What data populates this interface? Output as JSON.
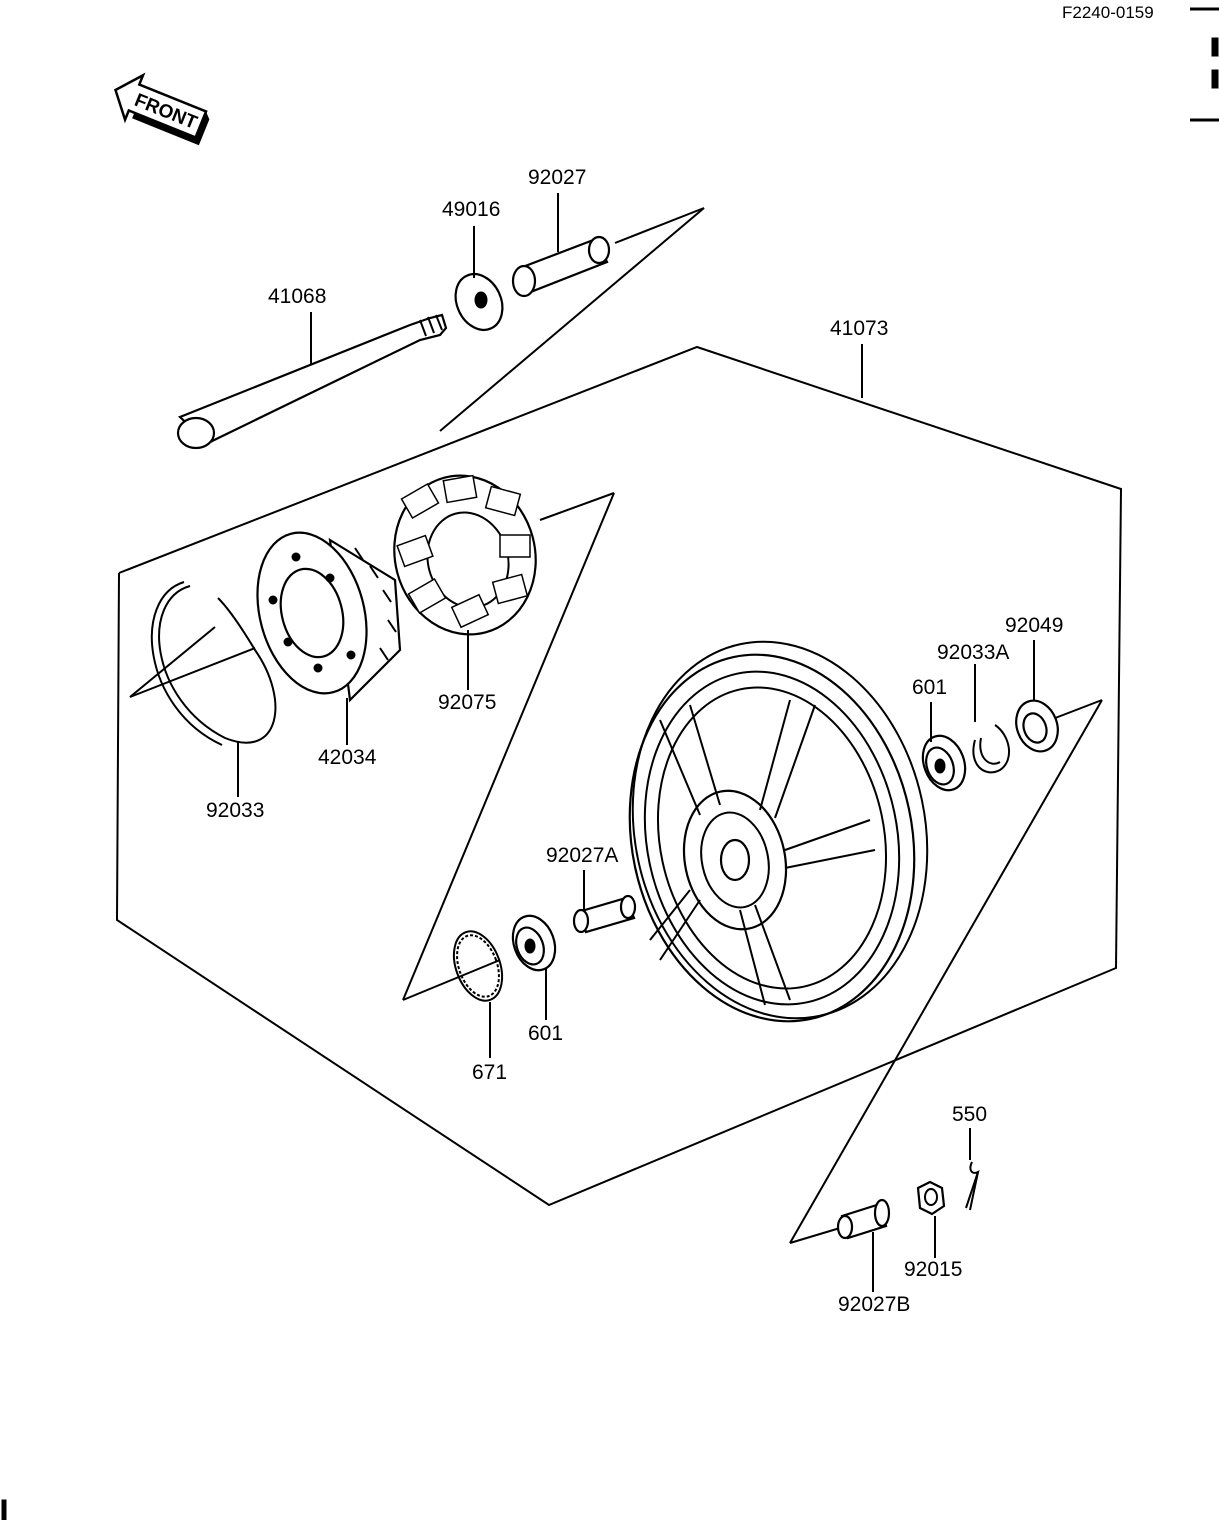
{
  "diagram_code": "F2240-0159",
  "front_label": "FRONT",
  "parts": {
    "axle": "41068",
    "collar_left": "49016",
    "sleeve_top": "92027",
    "wheel_assy": "41073",
    "circlip_large": "92033",
    "coupling": "42034",
    "damper": "92075",
    "bearing_right": "601",
    "circlip_right": "92033A",
    "oil_seal": "92049",
    "sleeve_center": "92027A",
    "bearing_left": "601",
    "o_ring": "671",
    "cotter_pin": "550",
    "axle_nut": "92015",
    "collar_right": "92027B"
  }
}
